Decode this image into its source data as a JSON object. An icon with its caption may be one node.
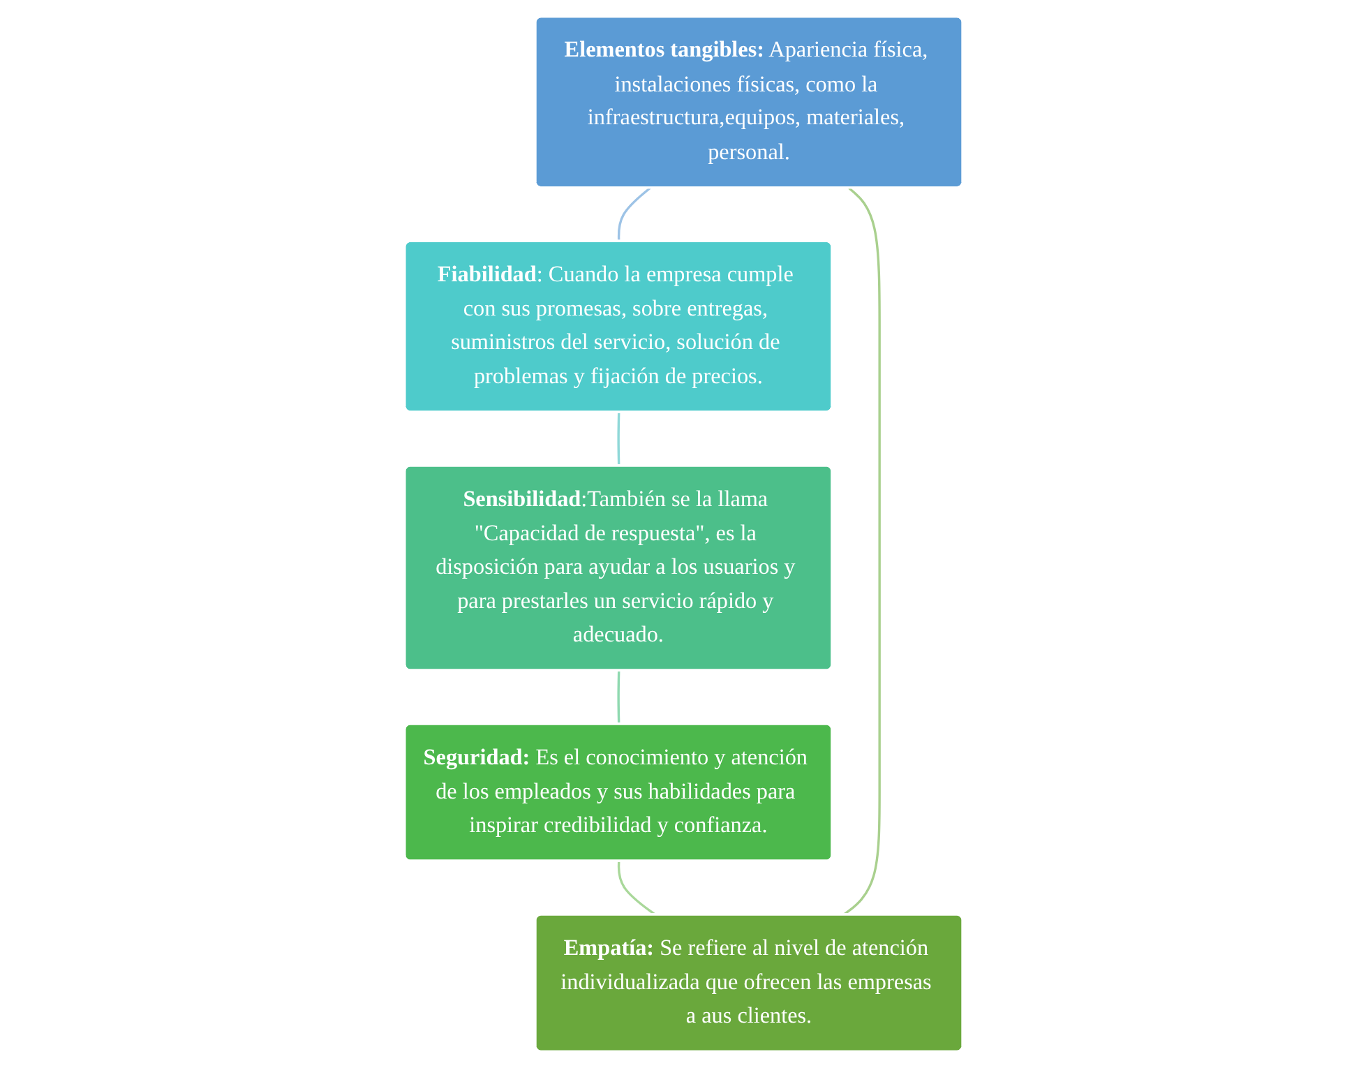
{
  "diagram": {
    "nodes": [
      {
        "text": [
          "**Elementos tangibles:** Apariencia física, instalaciones físicas, como la infraestructura,equipos, materiales, personal."
        ]
      },
      {
        "text": [
          "**Fiabilidad**: Cuando la empresa cumple con sus promesas, sobre entregas, suministros del servicio, solución de problemas y fijación de precios."
        ]
      },
      {
        "text": [
          "**Sensibilidad**:También se la llama \"Capacidad de respuesta\", es la disposición para ayudar a los usuarios y para prestarles un servicio rápido y adecuado."
        ]
      },
      {
        "text": [
          "**Seguridad:** Es el conocimiento y atención de los empleados y sus habilidades para inspirar credibilidad y confianza."
        ]
      },
      {
        "text": [
          "**Empatía:** Se refiere al nivel de atención individualizada que ofrecen las empresas a aus clientes."
        ]
      }
    ],
    "edges": [
      {
        "from": 0,
        "to": 1,
        "arrow": "none",
        "color": "#9dc3e6"
      },
      {
        "from": 1,
        "to": 2,
        "arrow": "none",
        "color": "#8fd8d8"
      },
      {
        "from": 2,
        "to": 3,
        "arrow": "none",
        "color": "#8fd9b0"
      },
      {
        "from": 3,
        "to": 4,
        "arrow": "none",
        "color": "#a9d89a"
      },
      {
        "from": 4,
        "to": 0,
        "arrow": "none",
        "color": "#a9d08e"
      }
    ]
  }
}
